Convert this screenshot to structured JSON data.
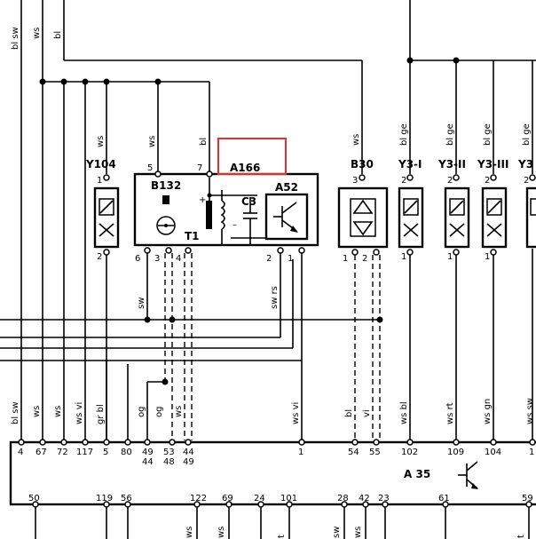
{
  "top_wires": [
    "bl sw",
    "ws",
    "bl"
  ],
  "components": {
    "y104": "Y104",
    "b132": "B132",
    "t1": "T1",
    "c3": "C3",
    "a52": "A52",
    "a166": "A166",
    "b30": "B30",
    "y3_1": "Y3-I",
    "y3_2": "Y3-II",
    "y3_3": "Y3-III",
    "y3_4": "Y3",
    "a35": "A 35"
  },
  "upper_wire_colors": {
    "y104": "ws",
    "b132_5": "ws",
    "b132_7": "bl",
    "b30": "ws",
    "y3_1": "bl ge",
    "y3_2": "bl ge",
    "y3_3": "bl ge",
    "y3_4": "bl ge"
  },
  "mid_wire_colors": {
    "sw": "sw",
    "swrs": "sw rs"
  },
  "pins": {
    "y104_top": "1",
    "y104_bot": "2",
    "b132_5": "5",
    "b132_7": "7",
    "b132_6": "6",
    "b132_3": "3",
    "b132_4": "4",
    "a52_2": "2",
    "a52_1": "1",
    "b30_3": "3",
    "b30_1": "1",
    "b30_2": "2",
    "y31_top": "2",
    "y31_bot": "1",
    "y32_top": "2",
    "y32_bot": "1",
    "y33_top": "2",
    "y33_bot": "1",
    "y34_top": "2"
  },
  "lower_wire_colors": [
    "bl sw",
    "ws",
    "ws",
    "ws vi",
    "gr bl",
    "og",
    "og",
    "ws",
    "ws vi",
    "bl",
    "vi",
    "ws bl",
    "ws rt",
    "ws gn",
    "ws sw"
  ],
  "a35_top_pins": [
    "4",
    "67",
    "72",
    "117",
    "5",
    "80",
    "49",
    "53",
    "44",
    "1",
    "54",
    "55",
    "102",
    "109",
    "104",
    "1"
  ],
  "a35_sub_pins": [
    "44",
    "48",
    "49"
  ],
  "a35_bottom_pins": [
    "50",
    "119",
    "56",
    "122",
    "69",
    "24",
    "101",
    "28",
    "42",
    "23",
    "61",
    "59"
  ],
  "bottom_wire_colors": [
    "ws",
    "ws",
    "t",
    "sw",
    "ws",
    "t"
  ],
  "highlight_color": "#e03030"
}
